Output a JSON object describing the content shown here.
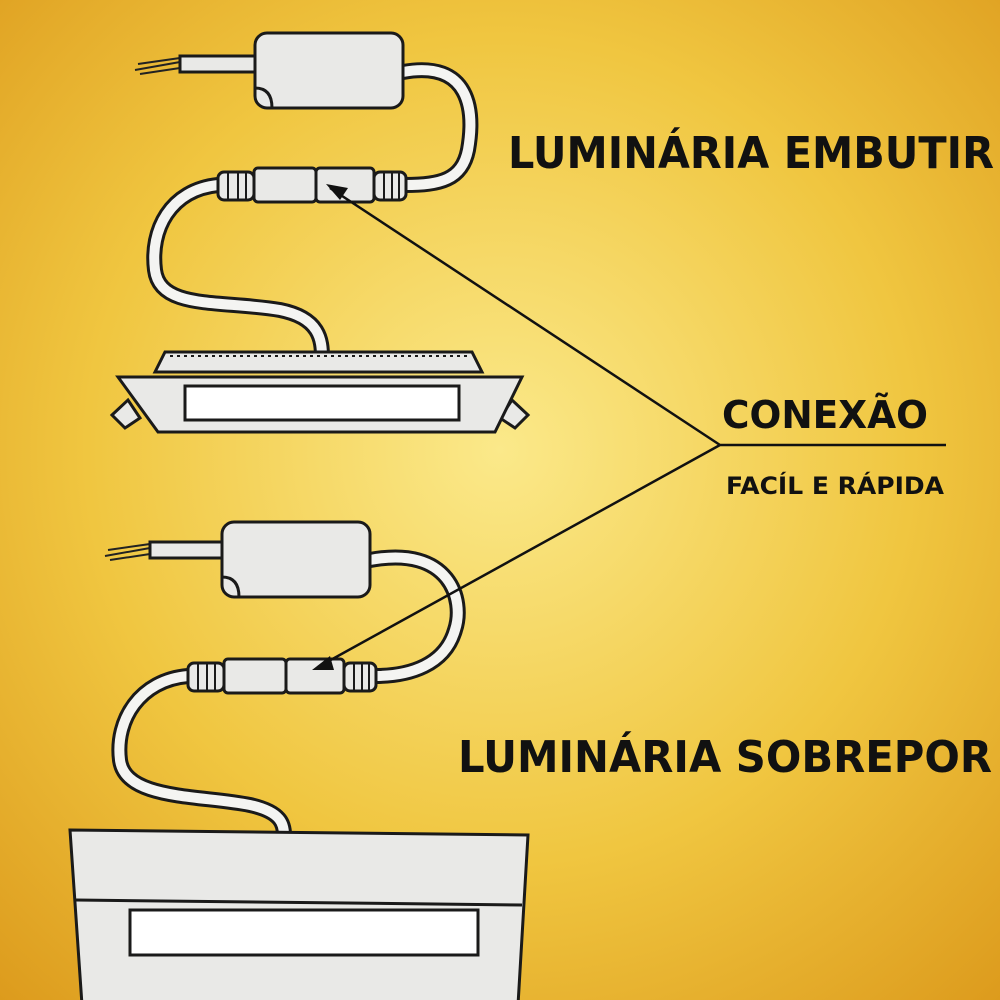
{
  "labels": {
    "embutir": "LUMINÁRIA EMBUTIR",
    "conexao": "CONEXÃO",
    "facil": "FACÍL E RÁPIDA",
    "sobrepor": "LUMINÁRIA SOBREPOR"
  },
  "colors": {
    "background_center": "#fbe98a",
    "background_edge": "#dc9a1c",
    "text": "#111111",
    "device": "#e9e9e7"
  }
}
